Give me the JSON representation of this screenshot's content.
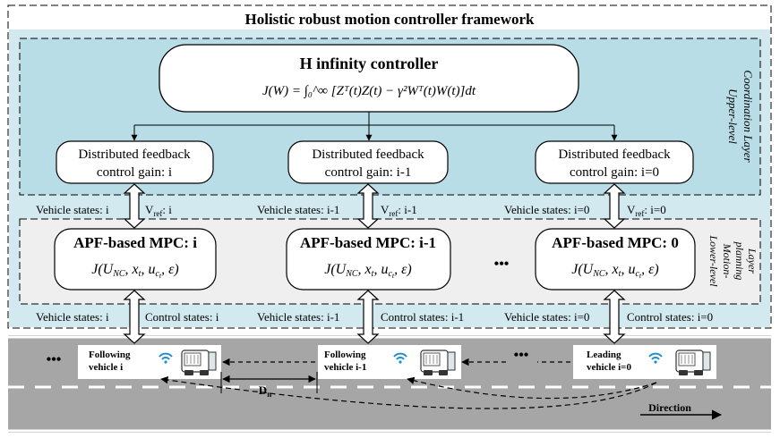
{
  "title": "Holistic robust motion controller framework",
  "hinf": {
    "title": "H infinity controller",
    "formula": "J(W) = ∫₀^∞ [Zᵀ(t)Z(t) − γ²Wᵀ(t)W(t)]dt"
  },
  "upper_layer_label": [
    "Upper-level",
    "Coordination Layer"
  ],
  "lower_layer_label": [
    "Lower-level",
    "Motion-",
    "planning",
    "Layer"
  ],
  "gains": [
    {
      "line1": "Distributed feedback",
      "line2": "control gain: i"
    },
    {
      "line1": "Distributed feedback",
      "line2": "control gain: i-1"
    },
    {
      "line1": "Distributed feedback",
      "line2": "control gain: i=0"
    }
  ],
  "upper_arrows": [
    {
      "states": "Vehicle states: i",
      "vref": "V",
      "vref_sub": "ref",
      "vref_suffix": ": i"
    },
    {
      "states": "Vehicle states: i-1",
      "vref": "V",
      "vref_sub": "ref",
      "vref_suffix": ": i-1"
    },
    {
      "states": "Vehicle states: i=0",
      "vref": "V",
      "vref_sub": "ref",
      "vref_suffix": ": i=0"
    }
  ],
  "mpcs": [
    {
      "title": "APF-based MPC: i",
      "formula": "J(U_NC, x_t, u_ct, ε)"
    },
    {
      "title": "APF-based MPC: i-1",
      "formula": "J(U_NC, x_t, u_ct, ε)"
    },
    {
      "title": "APF-based MPC: 0",
      "formula": "J(U_NC, x_t, u_ct, ε)"
    }
  ],
  "mpc_dots": "•••",
  "lower_arrows": [
    {
      "states": "Vehicle states: i",
      "control": "Control states: i"
    },
    {
      "states": "Vehicle states: i-1",
      "control": "Control states: i-1"
    },
    {
      "states": "Vehicle states: i=0",
      "control": "Control states: i=0"
    }
  ],
  "vehicles": [
    {
      "line1": "Following",
      "line2": "vehicle i"
    },
    {
      "line1": "Following",
      "line2": "vehicle i-1"
    },
    {
      "line1": "Leading",
      "line2": "vehicle i=0"
    }
  ],
  "road": {
    "left_dots": "•••",
    "mid_dots": "•••",
    "gap_label": "D",
    "gap_sub": "n",
    "direction": "Direction"
  },
  "colors": {
    "upper_fill": "#b9dde6",
    "lower_fill": "#efefef",
    "road": "#a6a6a6",
    "wifi": "#1f8fd0"
  }
}
